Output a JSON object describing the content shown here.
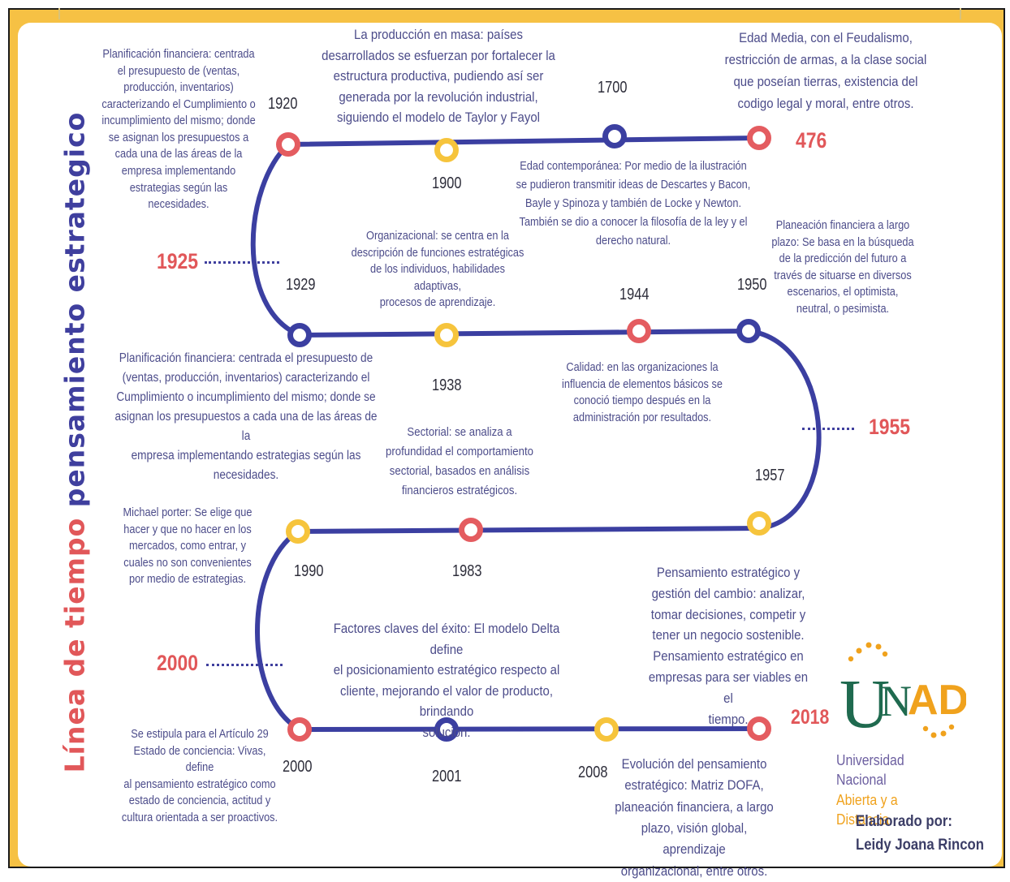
{
  "title": {
    "part1": "Línea de tiempo",
    "part2": "pensamiento estrategico"
  },
  "colors": {
    "red": "#e45c60",
    "yellow": "#f6c43c",
    "blue": "#3b3fa1",
    "frame": "#f6c144",
    "text": "#4c4c8a"
  },
  "years": {
    "y1920": "1920",
    "y1900": "1900",
    "y1700": "1700",
    "y476": "476",
    "y1925": "1925",
    "y1929": "1929",
    "y1938": "1938",
    "y1944": "1944",
    "y1950": "1950",
    "y1955": "1955",
    "y1957": "1957",
    "y1990": "1990",
    "y1983": "1983",
    "y2000big": "2000",
    "y2000": "2000",
    "y2001": "2001",
    "y2008": "2008",
    "y2018": "2018"
  },
  "notes": {
    "n1920": "Planificación financiera: centrada\nel presupuesto de (ventas,\nproducción, inventarios)\ncaracterizando el Cumplimiento o\nincumplimiento del mismo; donde\nse asignan los presupuestos a\ncada una de las áreas de la\nempresa implementando\nestrategias según las\nnecesidades.",
    "n1900": "La producción en masa: países\ndesarrollados se esfuerzan por fortalecer la\nestructura productiva, pudiendo así ser\ngenerada por la revolución industrial,\nsiguiendo el modelo de Taylor y Fayol",
    "n476": "Edad Media, con el Feudalismo,\nrestricción de armas, a la clase social\nque poseían tierras, existencia del\ncodigo legal y moral, entre otros.",
    "n1700": "Edad contemporánea: Por medio de la ilustración\nse pudieron transmitir ideas de Descartes y Bacon,\nBayle y Spinoza y también de Locke y Newton.\nTambién se dio a conocer la filosofía de la ley y el\nderecho natural.",
    "n1938": "Organizacional: se centra en la\ndescripción de funciones estratégicas\nde los individuos, habilidades adaptivas,\nprocesos de aprendizaje.",
    "n1950": "Planeación financiera a largo\nplazo: Se basa en la búsqueda\nde la predicción del futuro a\ntravés de situarse en diversos\nescenarios, el optimista,\nneutral, o pesimista.",
    "n1929": "Planificación financiera: centrada el presupuesto de\n(ventas, producción, inventarios) caracterizando el\nCumplimiento o incumplimiento del mismo; donde se\nasignan los presupuestos a cada una de las áreas de la\nempresa implementando estrategias según las\nnecesidades.",
    "n1944": "Calidad: en las organizaciones la\ninfluencia de elementos básicos se\nconoció tiempo después en la\nadministración por resultados.",
    "n1983": "Sectorial: se analiza a\nprofundidad el comportamiento\nsectorial, basados en análisis\nfinancieros estratégicos.",
    "n1990": "Michael porter: Se elige que\nhacer y que no hacer en los\nmercados, como entrar, y\ncuales no son convenientes\npor medio de estrategias.",
    "n2018": "Pensamiento estratégico y\ngestión del cambio: analizar,\ntomar decisiones, competir y\ntener un negocio sostenible.\nPensamiento estratégico en\nempresas para ser viables en el\ntiempo.",
    "n2001": "Factores claves del éxito: El modelo Delta define\nel posicionamiento estratégico respecto al\ncliente, mejorando el valor de producto, brindando\nsolución.",
    "n2000": "Se estipula para el Artículo 29\nEstado de conciencia: Vivas, define\nal pensamiento estratégico como\nestado de conciencia, actitud y\ncultura orientada a ser proactivos.",
    "n2008": "Evolución del pensamiento\nestratégico: Matriz DOFA,\nplaneación financiera, a largo\nplazo, visión global, aprendizaje\norganizacional, entre otros."
  },
  "logo": {
    "wordmark_u": "U",
    "wordmark_n": "N",
    "wordmark_ad": "AD",
    "line1": "Universidad Nacional",
    "line2": "Abierta y a Distancia"
  },
  "credit": {
    "label": "Elaborado por:",
    "author": "Leidy Joana Rincon"
  }
}
